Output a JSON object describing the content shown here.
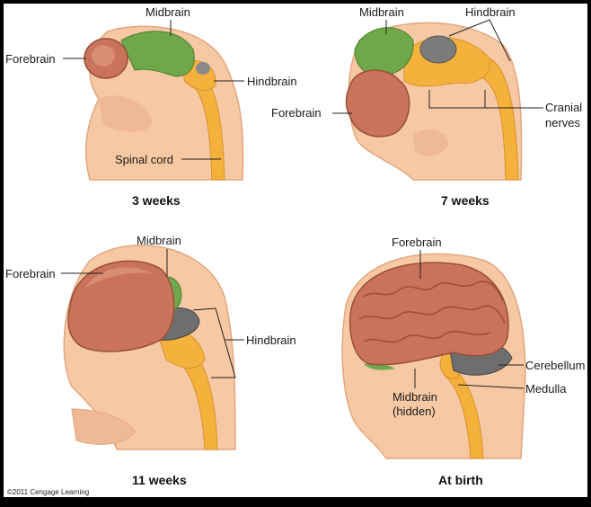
{
  "panels": [
    {
      "caption": "3 weeks",
      "labels": {
        "midbrain": "Midbrain",
        "forebrain": "Forebrain",
        "hindbrain": "Hindbrain",
        "spinal_cord": "Spinal cord"
      }
    },
    {
      "caption": "7 weeks",
      "labels": {
        "midbrain": "Midbrain",
        "hindbrain": "Hindbrain",
        "forebrain": "Forebrain",
        "cranial_nerves_line1": "Cranial",
        "cranial_nerves_line2": "nerves"
      }
    },
    {
      "caption": "11 weeks",
      "labels": {
        "midbrain": "Midbrain",
        "forebrain": "Forebrain",
        "hindbrain": "Hindbrain"
      }
    },
    {
      "caption": "At birth",
      "labels": {
        "forebrain": "Forebrain",
        "cerebellum": "Cerebellum",
        "medulla": "Medulla",
        "midbrain_line1": "Midbrain",
        "midbrain_line2": "(hidden)"
      }
    }
  ],
  "copyright": "©2011 Cengage Learning",
  "colors": {
    "background": "#ffffff",
    "border": "#000000",
    "skin": "#f6c9a4",
    "skin_shadow": "#e9a980",
    "forebrain": "#c9735a",
    "midbrain": "#6fa84a",
    "hindbrain_gray": "#7b7b7b",
    "spinal_orange": "#f4b13c"
  }
}
